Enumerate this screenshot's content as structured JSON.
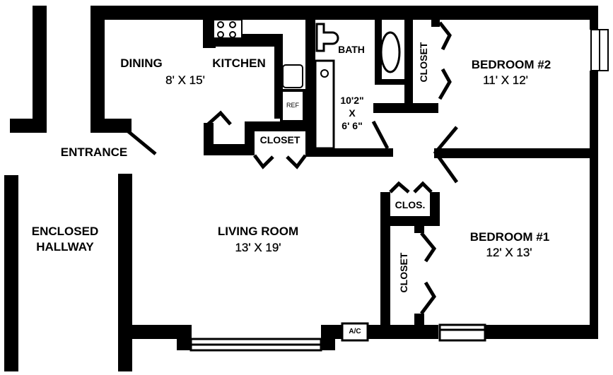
{
  "plan": {
    "colors": {
      "wall": "#000000",
      "background": "#ffffff"
    },
    "rooms": {
      "dining": {
        "name": "DINING",
        "dims": "8' X 15'"
      },
      "kitchen": {
        "name": "KITCHEN"
      },
      "bath": {
        "name": "BATH",
        "dim_w": "10'2\"",
        "dim_x": "X",
        "dim_h": "6' 6\""
      },
      "bedroom2": {
        "name": "BEDROOM #2",
        "dims": "11' X 12'"
      },
      "bedroom1": {
        "name": "BEDROOM #1",
        "dims": "12' X 13'"
      },
      "living": {
        "name": "LIVING ROOM",
        "dims": "13' X 19'"
      },
      "hallway": {
        "line1": "ENCLOSED",
        "line2": "HALLWAY"
      },
      "entrance": {
        "name": "ENTRANCE"
      }
    },
    "closets": {
      "kitchen_closet": "CLOSET",
      "bedroom2_closet": "CLOSET",
      "bedroom1_closet": "CLOSET",
      "hall_closet": "CLOS."
    },
    "fixtures": {
      "refrigerator": "REF",
      "ac_unit": "A/C"
    }
  }
}
